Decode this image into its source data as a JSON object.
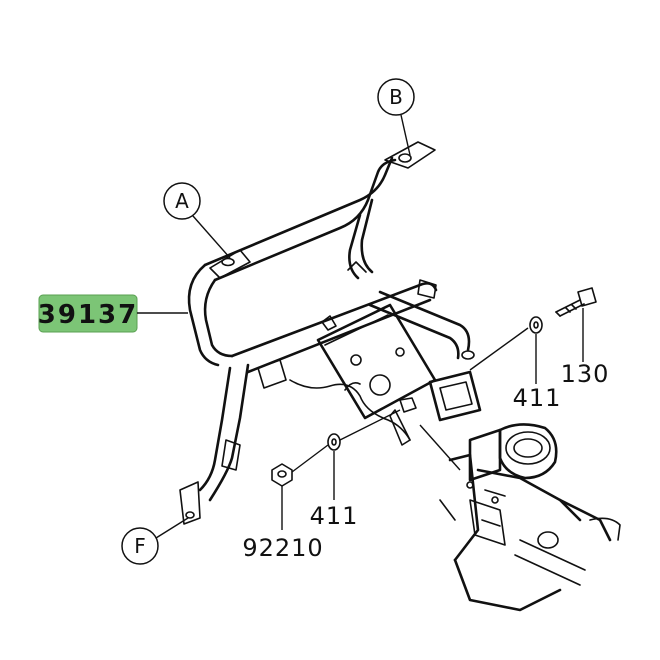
{
  "colors": {
    "line": "#111111",
    "highlight": "#7cc576",
    "background": "#ffffff"
  },
  "callouts": {
    "a": "A",
    "b": "B",
    "f": "F"
  },
  "parts": {
    "bracket": "39137",
    "bolt": "130",
    "washer_upper": "411",
    "washer_lower": "411",
    "nut": "92210"
  }
}
